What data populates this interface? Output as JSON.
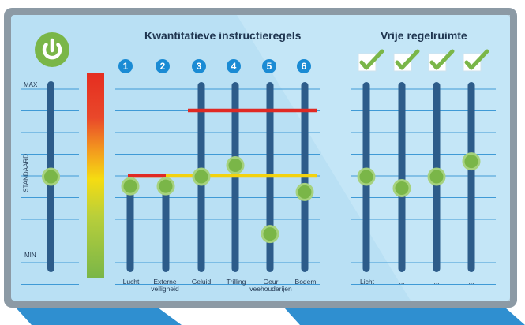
{
  "header": {
    "quant_title": "Kwantitatieve instructieregels",
    "free_title": "Vrije regelruimte"
  },
  "scale": {
    "max_label": "MAX",
    "standard_label": "STANDAARD",
    "min_label": "MIN"
  },
  "numbers": [
    "1",
    "2",
    "3",
    "4",
    "5",
    "6"
  ],
  "quant_sliders": [
    {
      "label": "Lucht",
      "level": 0.45
    },
    {
      "label": "Externe veiligheid",
      "level": 0.45
    },
    {
      "label": "Geluid",
      "level": 0.5
    },
    {
      "label": "Trilling",
      "level": 0.56
    },
    {
      "label": "Geur veehouderijen",
      "level": 0.2
    },
    {
      "label": "Bodem",
      "level": 0.42
    }
  ],
  "free_sliders": [
    {
      "label": "Licht",
      "level": 0.5
    },
    {
      "label": "...",
      "level": 0.44
    },
    {
      "label": "...",
      "level": 0.5
    },
    {
      "label": "...",
      "level": 0.58
    }
  ],
  "main_slider_level": 0.5,
  "colors": {
    "frame": "#8c9aa5",
    "panel": "#b9e0f4",
    "track": "#2d5c8a",
    "knob": "#7ab648",
    "red_line": "#e02a24",
    "yellow_line": "#f3d20f",
    "accent_blue": "#1a8bd4",
    "power_green": "#7ab648"
  },
  "icons": {
    "power": "power-icon",
    "check": "check-icon"
  }
}
